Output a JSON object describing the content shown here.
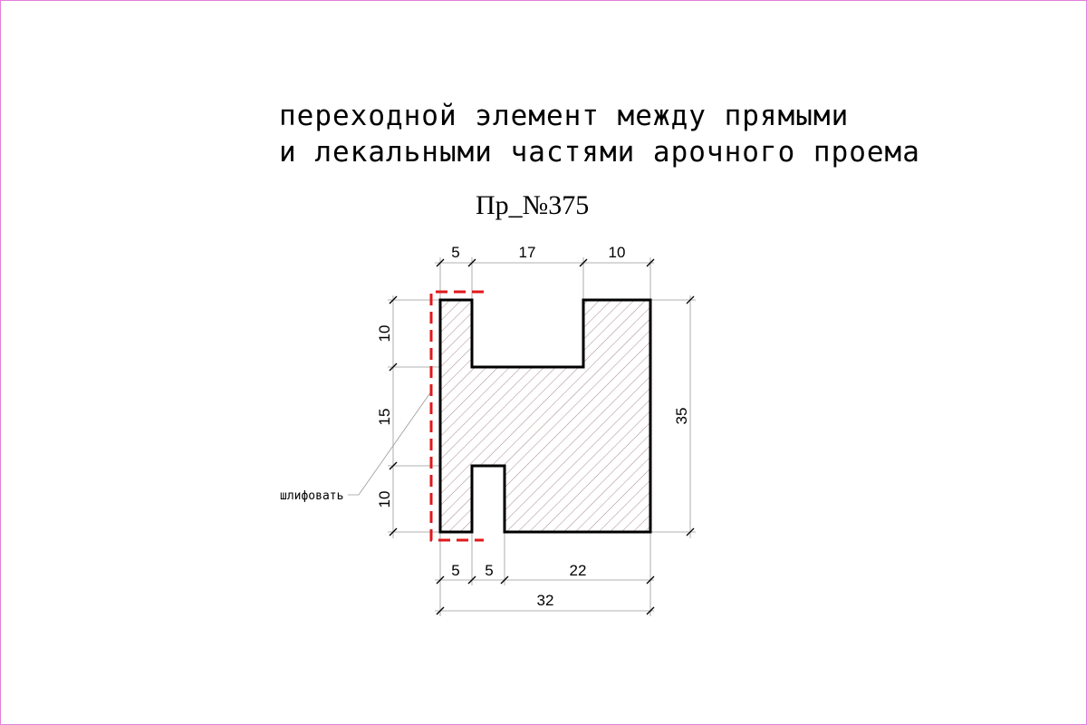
{
  "title": {
    "line1": "переходной элемент между прямыми",
    "line2": "и лекальными частями арочного проема"
  },
  "profile_code": "Пр_№375",
  "dimensions": {
    "top": [
      "5",
      "17",
      "10"
    ],
    "left": [
      "10",
      "15",
      "10"
    ],
    "right": "35",
    "bottom": [
      "5",
      "5",
      "22"
    ],
    "overall_width": "32"
  },
  "annotation": "шлифовать",
  "colors": {
    "frame": "#e27fd9",
    "outline": "#000000",
    "hatch": "#a88c8c",
    "sanding_line": "#e0191b",
    "dimension_line": "#999999"
  }
}
